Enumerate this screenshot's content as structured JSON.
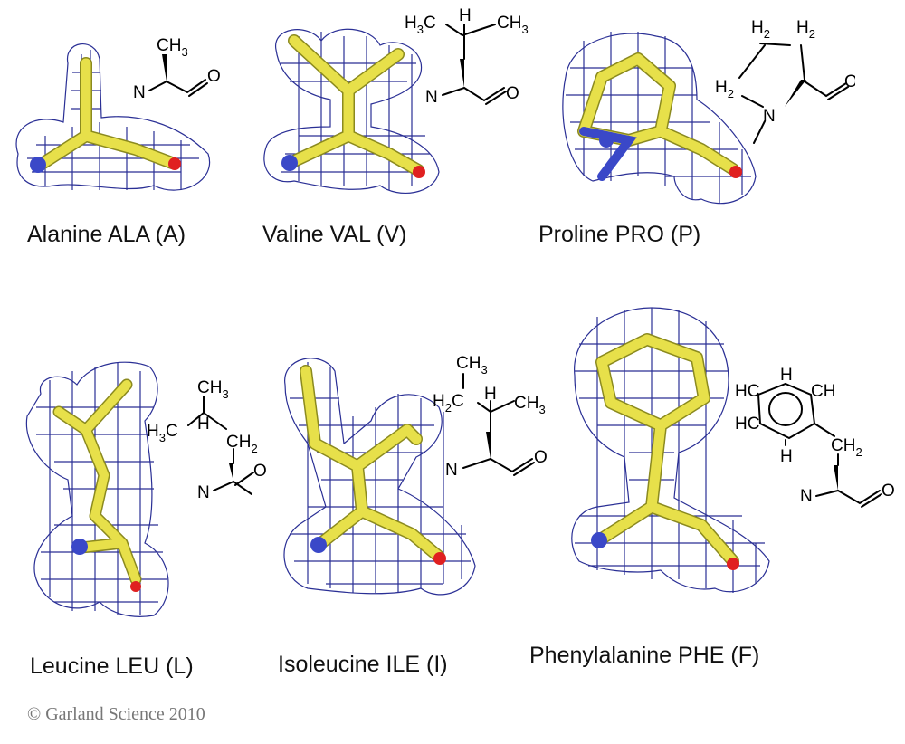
{
  "panels": [
    {
      "name": "Alanine ALA (A)",
      "formula": {
        "side": "CH",
        "side_sub": "3",
        "n": "N",
        "o": "O"
      }
    },
    {
      "name": "Valine VAL (V)",
      "formula": {
        "h3c": "H",
        "h3c_sub": "3",
        "h3c_c": "C",
        "h": "H",
        "ch": "CH",
        "ch_sub": "3",
        "n": "N",
        "o": "O"
      }
    },
    {
      "name": "Proline PRO (P)",
      "formula": {
        "h2a": "H",
        "h2a_sub": "2",
        "h2b": "H",
        "h2b_sub": "2",
        "h2c": "H",
        "h2c_sub": "2",
        "n": "N",
        "o": "O"
      }
    },
    {
      "name": "Leucine LEU (L)",
      "formula": {
        "ch3": "CH",
        "ch3_sub": "3",
        "h3c": "H",
        "h3c_sub": "3",
        "h3c_c": "C",
        "h": "H",
        "ch2": "CH",
        "ch2_sub": "2",
        "n": "N",
        "o": "O"
      }
    },
    {
      "name": "Isoleucine ILE (I)",
      "formula": {
        "ch3a": "CH",
        "ch3a_sub": "3",
        "h2c": "H",
        "h2c_sub": "2",
        "h2c_c": "C",
        "h": "H",
        "ch3b": "CH",
        "ch3b_sub": "3",
        "n": "N",
        "o": "O"
      }
    },
    {
      "name": "Phenylalanine PHE (F)",
      "formula": {
        "h_top": "H",
        "hc_left_top": "HC",
        "ch_right_top": "CH",
        "hc_left_bot": "HC",
        "h_bot": "H",
        "ch2": "CH",
        "ch2_sub": "2",
        "n": "N",
        "o": "O"
      }
    }
  ],
  "colors": {
    "mesh": "#2a2f95",
    "carbon": "#e7e04a",
    "nitrogen": "#3a48c8",
    "oxygen": "#e02020"
  },
  "copyright": "© Garland Science 2010"
}
